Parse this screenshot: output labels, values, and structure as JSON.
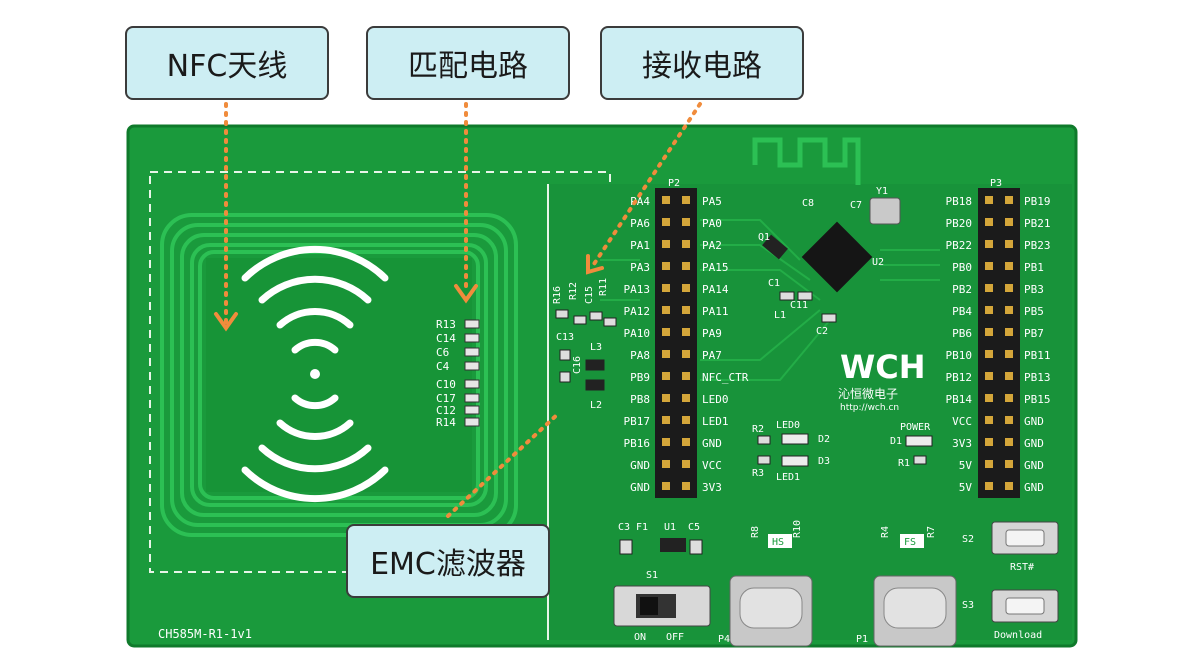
{
  "callouts": {
    "nfc_antenna": "NFC天线",
    "matching_circuit": "匹配电路",
    "receive_circuit": "接收电路",
    "emc_filter": "EMC滤波器"
  },
  "board": {
    "name": "CH585M-R1-1v1",
    "brand": "WCH",
    "brand_cn": "沁恒微电子",
    "url": "http://wch.cn",
    "left_header_labels": [
      "PA4",
      "PA6",
      "PA1",
      "PA3",
      "PA13",
      "PA12",
      "PA10",
      "PA8",
      "PB9",
      "PB8",
      "PB17",
      "PB16",
      "GND",
      "GND"
    ],
    "mid_header_labels": [
      "PA5",
      "PA0",
      "PA2",
      "PA15",
      "PA14",
      "PA11",
      "PA9",
      "PA7",
      "NFC_CTR",
      "LED0",
      "LED1",
      "GND",
      "VCC",
      "3V3"
    ],
    "right_header_left_labels": [
      "PB18",
      "PB20",
      "PB22",
      "PB0",
      "PB2",
      "PB4",
      "PB6",
      "PB10",
      "PB12",
      "PB14",
      "VCC",
      "3V3",
      "5V",
      "5V"
    ],
    "right_header_right_labels": [
      "PB19",
      "PB21",
      "PB23",
      "PB1",
      "PB3",
      "PB5",
      "PB7",
      "PB11",
      "PB13",
      "PB15",
      "GND",
      "GND",
      "GND",
      "GND"
    ],
    "components": {
      "r13": "R13",
      "c14": "C14",
      "c6": "C6",
      "c4": "C4",
      "c10": "C10",
      "c17": "C17",
      "c12": "C12",
      "r14": "R14",
      "r16": "R16",
      "r12": "R12",
      "c15": "C15",
      "r11": "R11",
      "c13": "C13",
      "c16": "C16",
      "c11": "C11",
      "l3": "L3",
      "l2": "L2",
      "c3": "C3",
      "f1": "F1",
      "u1": "U1",
      "c5": "C5",
      "s1": "S1",
      "on": "ON",
      "off": "OFF",
      "p4": "P4",
      "p1": "P1",
      "r8": "R8",
      "r10": "R10",
      "r4": "R4",
      "r7": "R7",
      "hs": "HS",
      "fs": "FS",
      "s2": "S2",
      "s3": "S3",
      "rst": "RST#",
      "download": "Download",
      "y1": "Y1",
      "c7": "C7",
      "c8": "C8",
      "u2": "U2",
      "q1": "Q1",
      "c1": "C1",
      "l1": "L1",
      "c2": "C2",
      "r2": "R2",
      "r3": "R3",
      "led0": "LED0",
      "led1": "LED1",
      "d2": "D2",
      "d3": "D3",
      "power": "POWER",
      "d1": "D1",
      "r1": "R1",
      "p2": "P2",
      "p3": "P3"
    }
  },
  "colors": {
    "pcb": "#1a9a3c",
    "pcb_dark": "#117a2c",
    "trace": "#22b048",
    "callout_bg": "#cdeef3",
    "arrow": "#f08c3c"
  }
}
